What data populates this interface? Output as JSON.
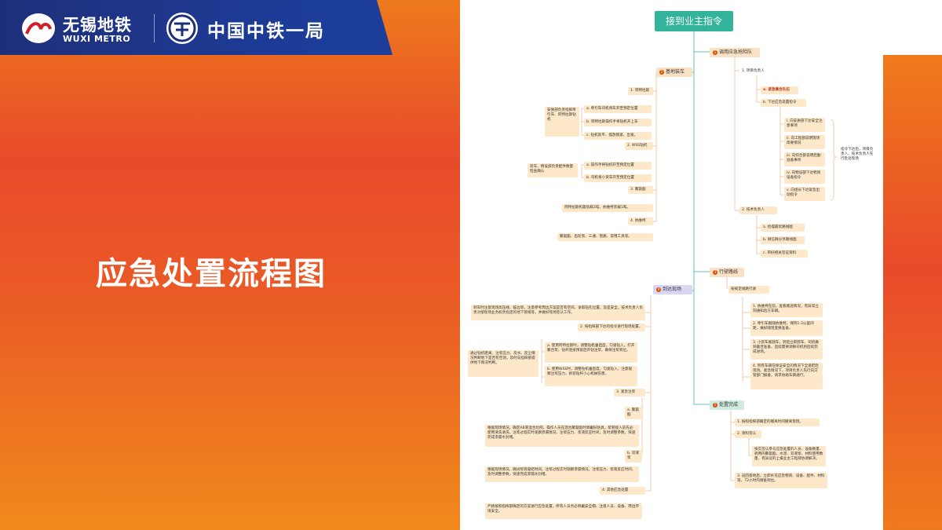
{
  "header": {
    "metro_cn": "无锡地铁",
    "metro_en": "WUXI METRO",
    "crec_cn": "中国中铁一局"
  },
  "title": "应急处置流程图",
  "mindmap": {
    "root": "接到业主指令",
    "s1": {
      "num": "1",
      "label": "调用应急抢险队",
      "a": {
        "label": "1. 项目负责人",
        "a1": "a. 紧急集合队伍",
        "a2": "b. 下达应急处置指令",
        "items": [
          "i. 向安质部下达安全注意事项",
          "ii. 向工程部说明现场简要情况",
          "iii. 向综合部说明后勤准备事项",
          "iv. 向物设部下达物资设备指令",
          "v. 向组长下达紧急出动指令"
        ],
        "note": "指令下达后，项目负责人、技术负责人先行赴处现场"
      },
      "b": {
        "label": "2. 技术负责人",
        "b1": "a. 抢摆最优路线图",
        "b2": "b. 微信群分享路线图",
        "b3": "c. 带好相关签证资料"
      }
    },
    "s2": {
      "num": "2",
      "label": "基地装车",
      "c1": {
        "label": "1. 阿特拉斯",
        "items": [
          "a. 牵引车司机将车开至预定位置",
          "b. 阿特拉斯操作手将钻机开上车",
          "c. 钻机就平、摆放锁紧、出发。"
        ],
        "note": "安质部负责指挥牵引车、阿特拉斯钻机"
      },
      "c2": {
        "label": "2. WSS钻机",
        "items": [
          "a. 操作手将钻机开至预定位置",
          "b. 司机将小货车开至预定位置"
        ],
        "note": "装车、物设部负责配件数量检查确认"
      },
      "c3": {
        "label": "3. 聚氨酯",
        "note": "阿特拉斯机最低载2吨、依维柯装载1吨。"
      },
      "c4": {
        "label": "4. 依维柯",
        "note": "聚氨酯、齿轮泵、三通、管路、常用工具等。"
      }
    },
    "s3": {
      "num": "3",
      "label": "行驶路线",
      "sub": "按规定线路行驶",
      "items": [
        "1. 依维柯在前，查看路途情况，有异常立刻通知后方车辆。",
        "2. 牵引车跟随依维柯，保持1-3公里间距，做好随现变换准备。",
        "3. 小货车尾随车，到后立即卸车、司机做到最佳准备，后续需要调换司机到后续完成进场。",
        "4. 所有车辆在保证安全的情况下全速赶赴现场。紧急情况下，项目负责人先行向交管部门报备，请求协助车辆通行。"
      ]
    },
    "s4": {
      "num": "4",
      "label": "到达现场",
      "d0": "到车时注意现场高压线、临边等，注意参考周边方案是否有空间、争取钻孔位置，及是安全。技术负责人负责对接现场业务权责指定的地下管线等，并做好现场签认工作。",
      "d1": {
        "label": "2. 按指挥部下达的指令进行现场处置。",
        "items": [
          "a. 使用阿特拉斯时，调整钻机垂直度，匀速钻入，打开聚合泵，钻杆连接预紧后开钻注浆，确保注浆到位。",
          "b. 使用WSS时，调整钻机垂直度，匀速钻入，注意观察注浆压力，拆装钻杆小心机械伤害。"
        ],
        "note": "通过钻机距离、注浆压力、反水、反尘情况判断地下是否有空洞，及时向指挥部提供地下情况判断。"
      },
      "d2": {
        "label": "3. 紧急注浆",
        "a": "a. 聚氨酯",
        "a_note": "根据现场情况，确定AB液混合比例，操作人员在混合聚氨酯时佩戴好防具，浆管接入前先必使用清洗清洗，注浆过程实时观察渗漏情况，注浆压力、浆液反应时间，及时调整参数，快速完成渗漏水封堵。",
        "b": "b. 双液浆",
        "b_note": "根据现场情况，确试浆液凝结时间，注浆过程实时观察渗漏情况，注浆压力、浆液反应时间，及时调整参数，快速完成渗漏水封堵。"
      },
      "d3": {
        "label": "4. 其他应急处置",
        "note": "严格按照指挥部确定的方案进行应急处置，所有人员务必佩戴安全帽、注意人员、设备、周边环境安全。"
      }
    },
    "s5": {
      "num": "5",
      "label": "处置完成",
      "e1": "1. 按照指挥部确定的撤离时间撤离现场。",
      "e2": "2. 资料签认",
      "e2_note": "按实签认参与应急处置的人员、设备数量、耗用的聚氨酯、水泥、双液浆、材料使用数量、有异议的上报业主工程部协调解决。",
      "e3": "3. 返回基地后，立即补充应急物资、设备、配件、材料等，72小时内储备到位。"
    }
  }
}
